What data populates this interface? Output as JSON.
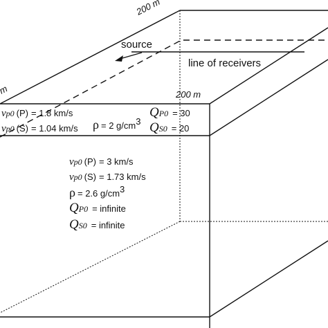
{
  "dimensions": {
    "top_back": "200 m",
    "side_left": "m",
    "front_top": "200 m"
  },
  "survey": {
    "source_label": "source",
    "receivers_label": "line of receivers"
  },
  "layer1": {
    "vp_P_sym": "v",
    "vp_P_sub": "p0",
    "vp_P_tag": "(P)",
    "vp_P_value": "= 1.8 km/s",
    "vp_S_sym": "v",
    "vp_S_sub": "p0",
    "vp_S_tag": "(S)",
    "vp_S_value": "= 1.04 km/s",
    "rho_sym": "ρ",
    "rho_value": "= 2 g/cm",
    "rho_exp": "3",
    "qp_sym": "Q",
    "qp_sub": "P0",
    "qp_value": "= 30",
    "qs_sym": "Q",
    "qs_sub": "S0",
    "qs_value": "= 20"
  },
  "layer2": {
    "vp_P_sym": "v",
    "vp_P_sub": "p0",
    "vp_P_tag": "(P)",
    "vp_P_value": "= 3 km/s",
    "vp_S_sym": "v",
    "vp_S_sub": "p0",
    "vp_S_tag": "(S)",
    "vp_S_value": "= 1.73 km/s",
    "rho_sym": "ρ",
    "rho_value": "= 2.6 g/cm",
    "rho_exp": "3",
    "qp_sym": "Q",
    "qp_sub": "P0",
    "qp_value": "= infinite",
    "qs_sym": "Q",
    "qs_sub": "S0",
    "qs_value": "= infinite"
  }
}
